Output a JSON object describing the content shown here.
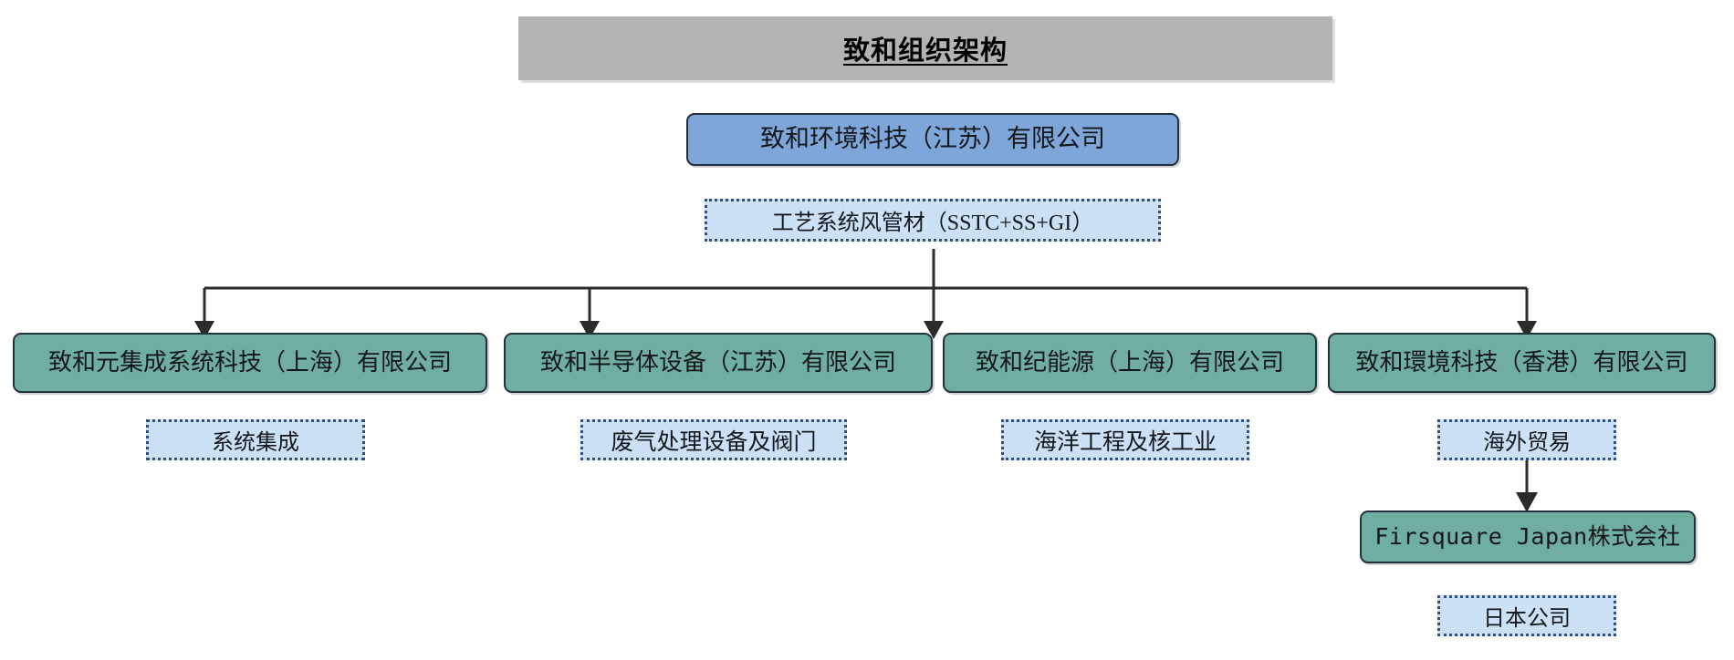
{
  "page": {
    "title": "致和组织架构",
    "background": "#ffffff"
  },
  "colors": {
    "title_bar": "#b3b3b3",
    "root_box": "#7FA6D8",
    "subsidiary_box": "#70AEA1",
    "caption_box": "#CCE1F5",
    "caption_border": "#2f4f7f",
    "box_border": "#20303f",
    "connector": "#2b2b2b"
  },
  "root": {
    "name": "致和环境科技（江苏）有限公司",
    "caption": "工艺系统风管材（SSTC+SS+GI）"
  },
  "subsidiaries": [
    {
      "name": "致和元集成系统科技（上海）有限公司",
      "caption": "系统集成"
    },
    {
      "name": "致和半导体设备（江苏）有限公司",
      "caption": "废气处理设备及阀门"
    },
    {
      "name": "致和纪能源（上海）有限公司",
      "caption": "海洋工程及核工业"
    },
    {
      "name": "致和環境科技（香港）有限公司",
      "caption": "海外贸易"
    }
  ],
  "japan_branch": {
    "name": "Firsquare Japan株式会社",
    "caption": "日本公司"
  }
}
